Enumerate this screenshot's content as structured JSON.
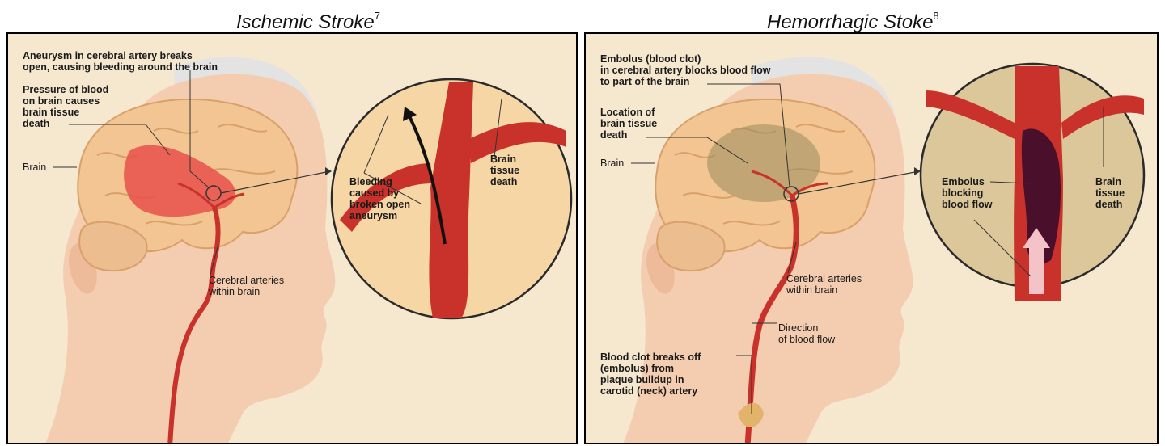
{
  "panels": [
    {
      "title": "Ischemic Stroke",
      "ref": "7",
      "labels": {
        "aneurysm": "Aneurysm in cerebral artery breaks\nopen, causing bleeding around the brain",
        "pressure": "Pressure of blood\non brain causes\nbrain tissue\ndeath",
        "brain": "Brain",
        "arteries": "Cerebral arteries\nwithin brain",
        "bleeding": "Bleeding\ncaused by\nbroken open\naneurysm",
        "tissue": "Brain\ntissue\ndeath"
      }
    },
    {
      "title": "Hemorrhagic Stoke",
      "ref": "8",
      "labels": {
        "embolus_clot": "Embolus (blood clot)\nin cerebral artery blocks blood flow\nto part of the brain",
        "location": "Location of\nbrain tissue\ndeath",
        "brain": "Brain",
        "arteries": "Cerebral arteries\nwithin brain",
        "direction": "Direction\nof blood flow",
        "clot_breaks": "Blood clot breaks off\n(embolus) from\nplaque buildup in\ncarotid (neck) artery",
        "embolus_blocking": "Embolus\nblocking\nblood flow",
        "tissue": "Brain\ntissue\ndeath"
      }
    }
  ],
  "colors": {
    "background": "#f6e7cf",
    "skin": "#f3cdb2",
    "brain": "#f2c592",
    "artery": "#c8322a",
    "bleed": "#e8504a",
    "tissue_death": "#9b8a5c",
    "embolus": "#4a0f2a",
    "hair": "#e2e2e2"
  }
}
